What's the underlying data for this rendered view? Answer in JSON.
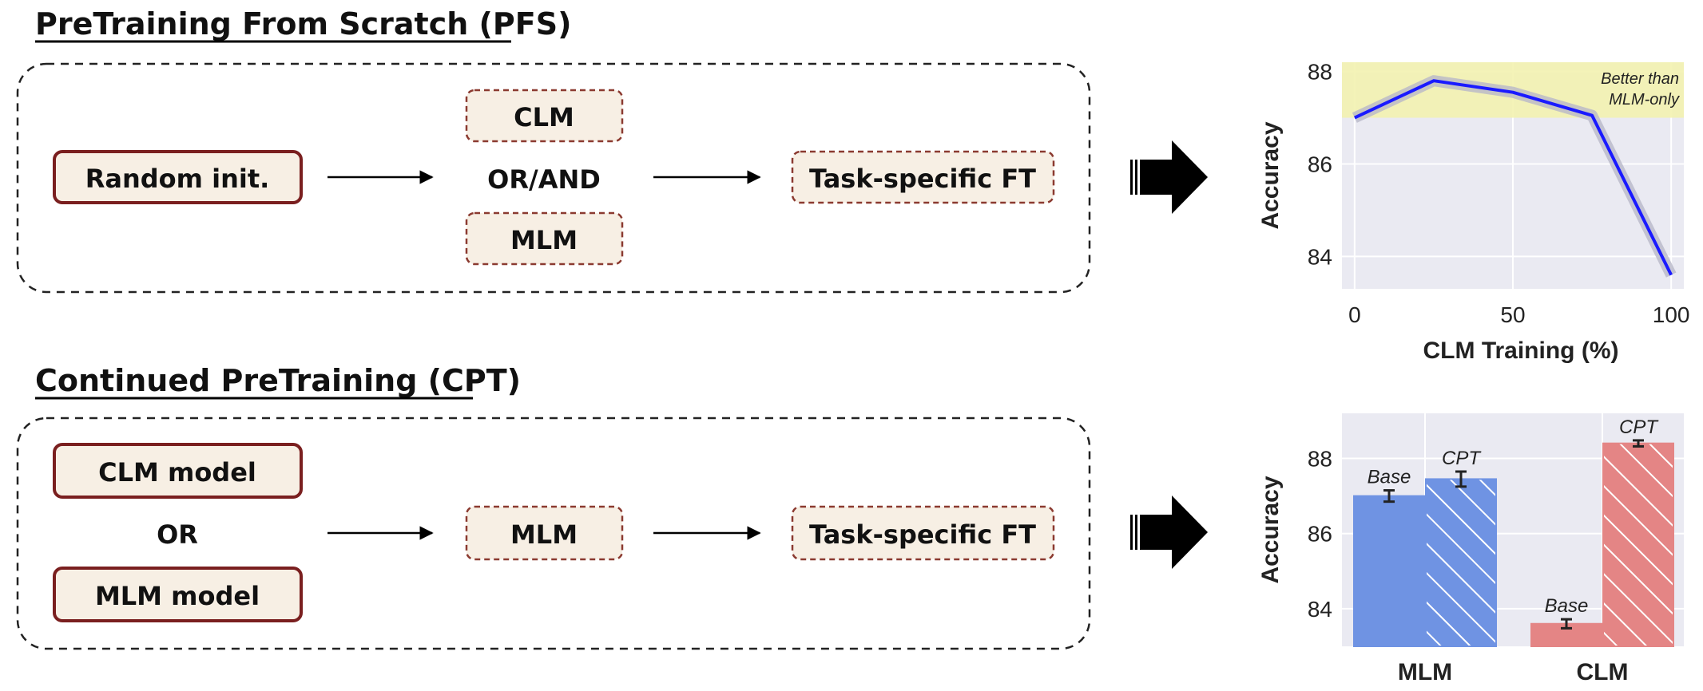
{
  "pfs": {
    "title": "PreTraining From Scratch (PFS)",
    "start": "Random init.",
    "objective_top": "CLM",
    "objective_mid": "OR/AND",
    "objective_bottom": "MLM",
    "finetune": "Task-specific FT"
  },
  "cpt": {
    "title": "Continued PreTraining (CPT)",
    "model_top": "CLM model",
    "model_mid": "OR",
    "model_bottom": "MLM model",
    "objective": "MLM",
    "finetune": "Task-specific FT"
  },
  "colors": {
    "solid_box_border": "#7a1f1f",
    "dashed_box_border": "#8b3a30",
    "box_fill": "#f7efe4",
    "plot_bg": "#eaeaf2",
    "highlight": "#f3f2b0",
    "line": "#1a1aff",
    "line_band": "#b8b8c8",
    "bar_blue": "#6f93e3",
    "bar_red": "#e48585"
  },
  "chart_data": [
    {
      "type": "line",
      "xlabel": "CLM Training (%)",
      "ylabel": "Accuracy",
      "xlim": [
        -4,
        104
      ],
      "ylim": [
        83.3,
        88.2
      ],
      "xticks": [
        0,
        50,
        100
      ],
      "yticks": [
        84,
        86,
        88
      ],
      "grid": true,
      "x": [
        0,
        25,
        50,
        75,
        100
      ],
      "y": [
        87.0,
        87.8,
        87.55,
        87.05,
        83.6
      ],
      "highlight_band": {
        "ymin": 87.0,
        "ymax": 88.2,
        "label_line1": "Better than",
        "label_line2": "MLM-only"
      }
    },
    {
      "type": "bar",
      "ylabel": "Accuracy",
      "categories": [
        "MLM",
        "CLM"
      ],
      "ylim": [
        83.0,
        89.2
      ],
      "yticks": [
        84,
        86,
        88
      ],
      "grid": true,
      "series": [
        {
          "name": "Base",
          "values": [
            87.0,
            83.6
          ],
          "errors": [
            0.15,
            0.12
          ]
        },
        {
          "name": "CPT",
          "values": [
            87.45,
            88.4
          ],
          "errors": [
            0.2,
            0.08
          ]
        }
      ]
    }
  ]
}
